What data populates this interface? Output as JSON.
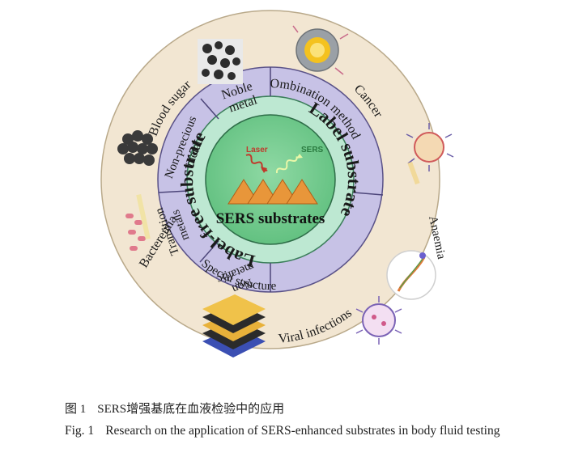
{
  "center": {
    "title": "SERS substrates",
    "laser_label": "Laser",
    "sers_label": "SERS"
  },
  "inner_ring": {
    "left_label": "Label-free substrate",
    "right_label": "Label substrate"
  },
  "middle_ring": {
    "noble": [
      "Noble",
      "metal"
    ],
    "non_precious": [
      "Non-precious",
      "metals"
    ],
    "transition": [
      "Transition",
      "metals"
    ],
    "non_metallic": [
      "Non",
      "metallic"
    ],
    "combination": "Ombination method",
    "special": "Special structure"
  },
  "outer_ring": {
    "blood_sugar": "Blood sugar",
    "cancer": "Cancer",
    "anaemia": "Anaemia",
    "viral": "Viral infections",
    "bacteremia": "Bacteremia"
  },
  "colors": {
    "outer_ring": "#f2e6d2",
    "middle_ring": "#c7c2e6",
    "inner_ring": "#bde8d2",
    "core": "#79cc93",
    "pyramid": "#e8963a"
  },
  "caption": {
    "zh_num": "图 1",
    "zh_text": "SERS增强基底在血液检验中的应用",
    "en_num": "Fig. 1",
    "en_text": "Research on the application of SERS-enhanced substrates in body fluid testing"
  }
}
